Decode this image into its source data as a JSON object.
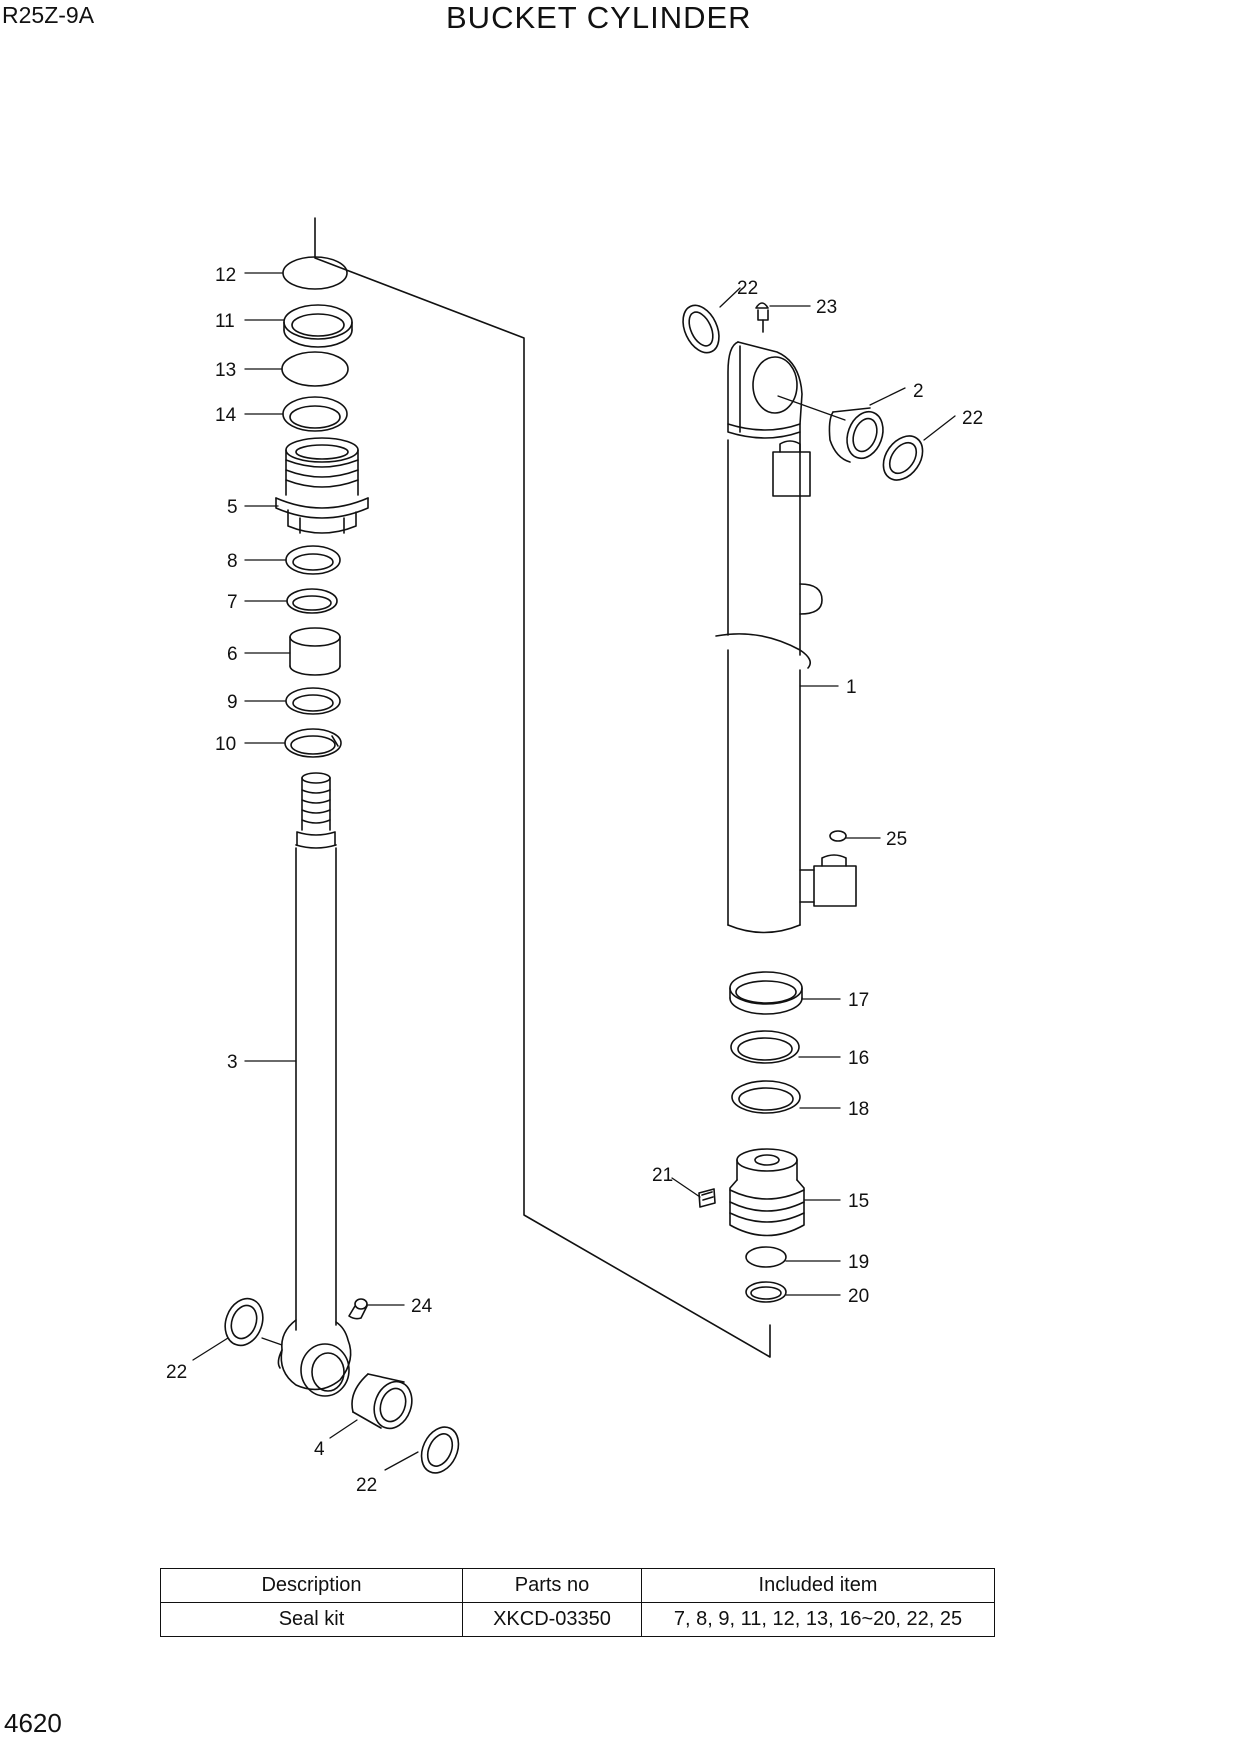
{
  "header": {
    "model": "R25Z-9A",
    "title": "BUCKET CYLINDER"
  },
  "footer": {
    "page_number": "4620"
  },
  "diagram": {
    "callouts": {
      "c12": "12",
      "c11": "11",
      "c13": "13",
      "c14": "14",
      "c5": "5",
      "c8": "8",
      "c7": "7",
      "c6": "6",
      "c9": "9",
      "c10": "10",
      "c3": "3",
      "c24": "24",
      "c22_bl": "22",
      "c4": "4",
      "c22_bb": "22",
      "c22_tl": "22",
      "c23": "23",
      "c2": "2",
      "c22_tr": "22",
      "c1": "1",
      "c25": "25",
      "c17": "17",
      "c16": "16",
      "c18": "18",
      "c21": "21",
      "c15": "15",
      "c19": "19",
      "c20": "20"
    }
  },
  "parts_table": {
    "headers": [
      "Description",
      "Parts no",
      "Included item"
    ],
    "rows": [
      [
        "Seal kit",
        "XKCD-03350",
        "7, 8, 9, 11, 12, 13, 16~20, 22, 25"
      ]
    ]
  }
}
